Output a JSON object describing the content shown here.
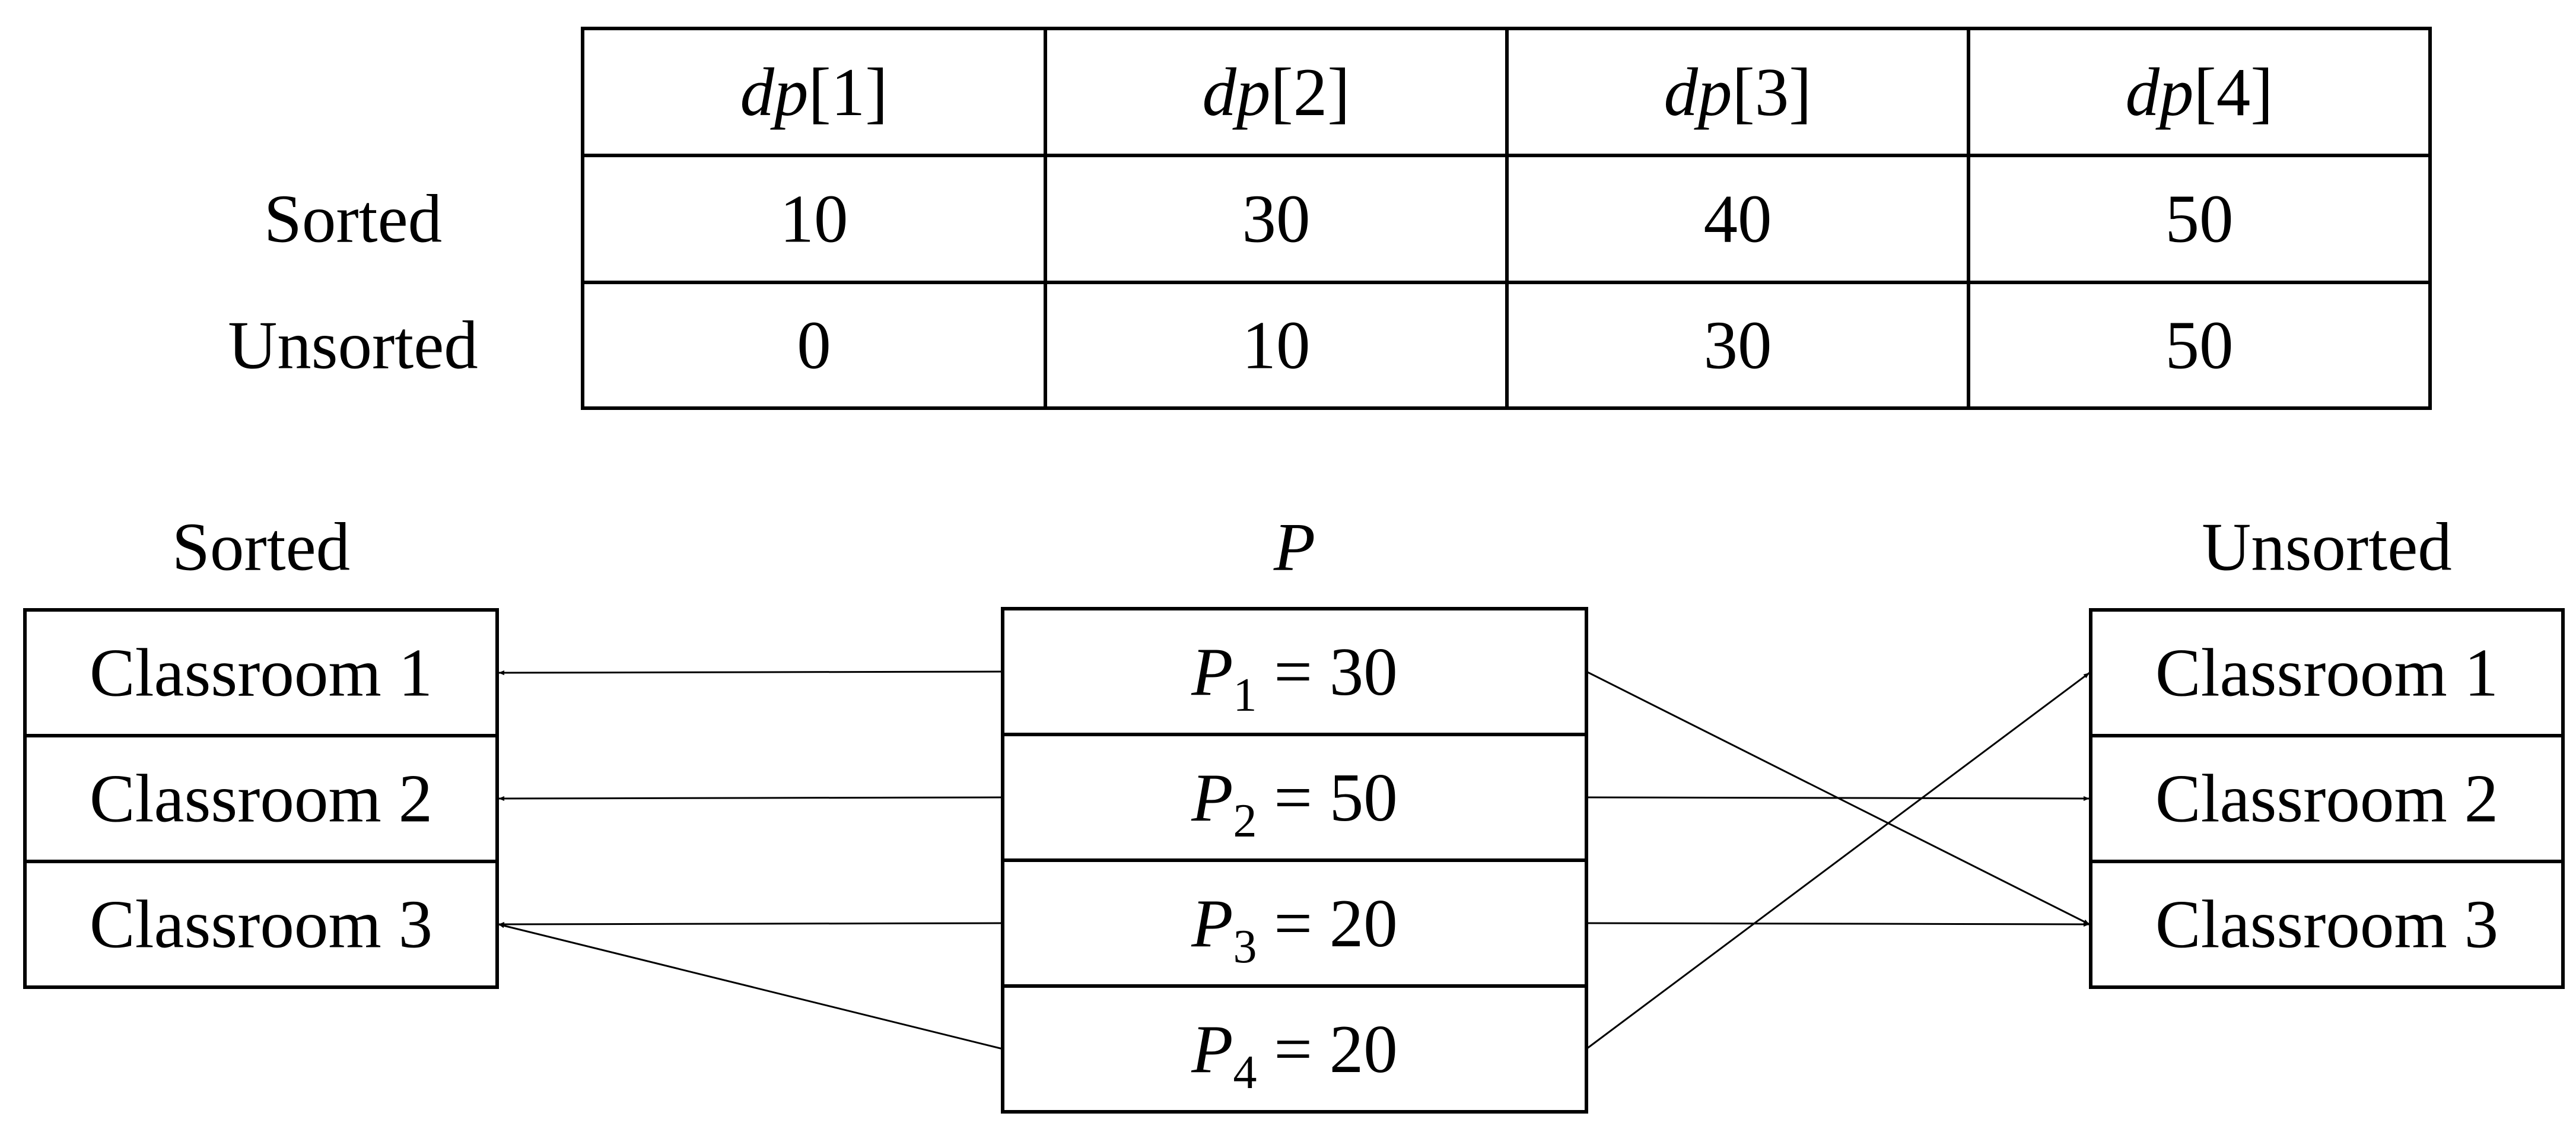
{
  "dp_table": {
    "headers": [
      {
        "name": "dp",
        "index": "1"
      },
      {
        "name": "dp",
        "index": "2"
      },
      {
        "name": "dp",
        "index": "3"
      },
      {
        "name": "dp",
        "index": "4"
      }
    ],
    "rows": [
      {
        "label": "Sorted",
        "values": [
          "10",
          "30",
          "40",
          "50"
        ]
      },
      {
        "label": "Unsorted",
        "values": [
          "0",
          "10",
          "30",
          "50"
        ]
      }
    ]
  },
  "sorted_column": {
    "title": "Sorted",
    "items": [
      "Classroom 1",
      "Classroom 2",
      "Classroom 3"
    ]
  },
  "p_column": {
    "title": "P",
    "items": [
      {
        "symbol": "P",
        "sub": "1",
        "value": "30"
      },
      {
        "symbol": "P",
        "sub": "2",
        "value": "50"
      },
      {
        "symbol": "P",
        "sub": "3",
        "value": "20"
      },
      {
        "symbol": "P",
        "sub": "4",
        "value": "20"
      }
    ]
  },
  "unsorted_column": {
    "title": "Unsorted",
    "items": [
      "Classroom 1",
      "Classroom 2",
      "Classroom 3"
    ]
  },
  "sorted_mapping": [
    1,
    2,
    3,
    3
  ],
  "unsorted_mapping": [
    3,
    2,
    3,
    1
  ]
}
